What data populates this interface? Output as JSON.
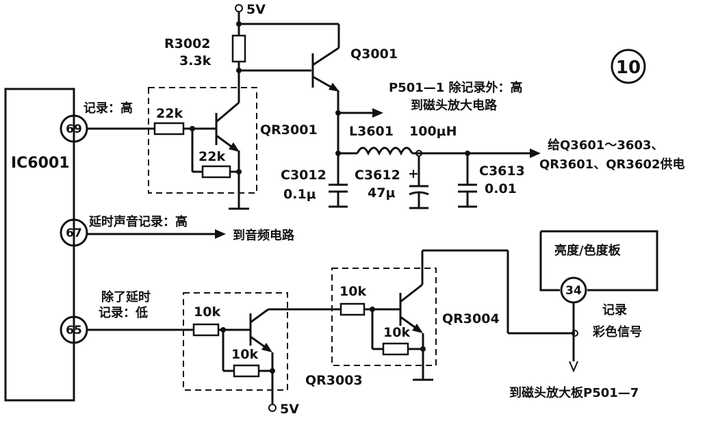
{
  "figure_number": "10",
  "ic": {
    "name": "IC6001"
  },
  "pins": {
    "p69": {
      "number": "69",
      "text": "记录：高"
    },
    "p67": {
      "number": "67",
      "text": "延时声音记录：高",
      "dest": "到音频电路"
    },
    "p65": {
      "number": "65",
      "text_line1": "除了延时",
      "text_line2": "记录：低"
    }
  },
  "supply": {
    "top": "5V",
    "bottom": "5V"
  },
  "components": {
    "r3002": {
      "name": "R3002",
      "value": "3.3k"
    },
    "q3001": {
      "name": "Q3001"
    },
    "qr3001": {
      "name": "QR3001",
      "r_base": "22k",
      "r_be": "22k"
    },
    "l3601": {
      "name": "L3601",
      "value": "100μH"
    },
    "c3012": {
      "name": "C3012",
      "value": "0.1μ"
    },
    "c3612": {
      "name": "C3612",
      "value": "47μ",
      "polarity": "+"
    },
    "c3613": {
      "name": "C3613",
      "value": "0.01"
    },
    "qr3003": {
      "name": "QR3003",
      "r_base": "10k",
      "r_be": "10k"
    },
    "qr3004": {
      "name": "QR3004",
      "r_base": "10k",
      "r_be": "10k"
    }
  },
  "annotations": {
    "p501_line1": "P501—1 除记录外：高",
    "p501_line2": "到磁头放大电路",
    "supply_line1": "给Q3601～3603、",
    "supply_line2": "QR3601、QR3602供电",
    "board_name": "亮度/色度板",
    "board_pin": "34",
    "color_sig_line1": "记录",
    "color_sig_line2": "彩色信号",
    "bottom_dest": "到磁头放大板P501—7"
  }
}
